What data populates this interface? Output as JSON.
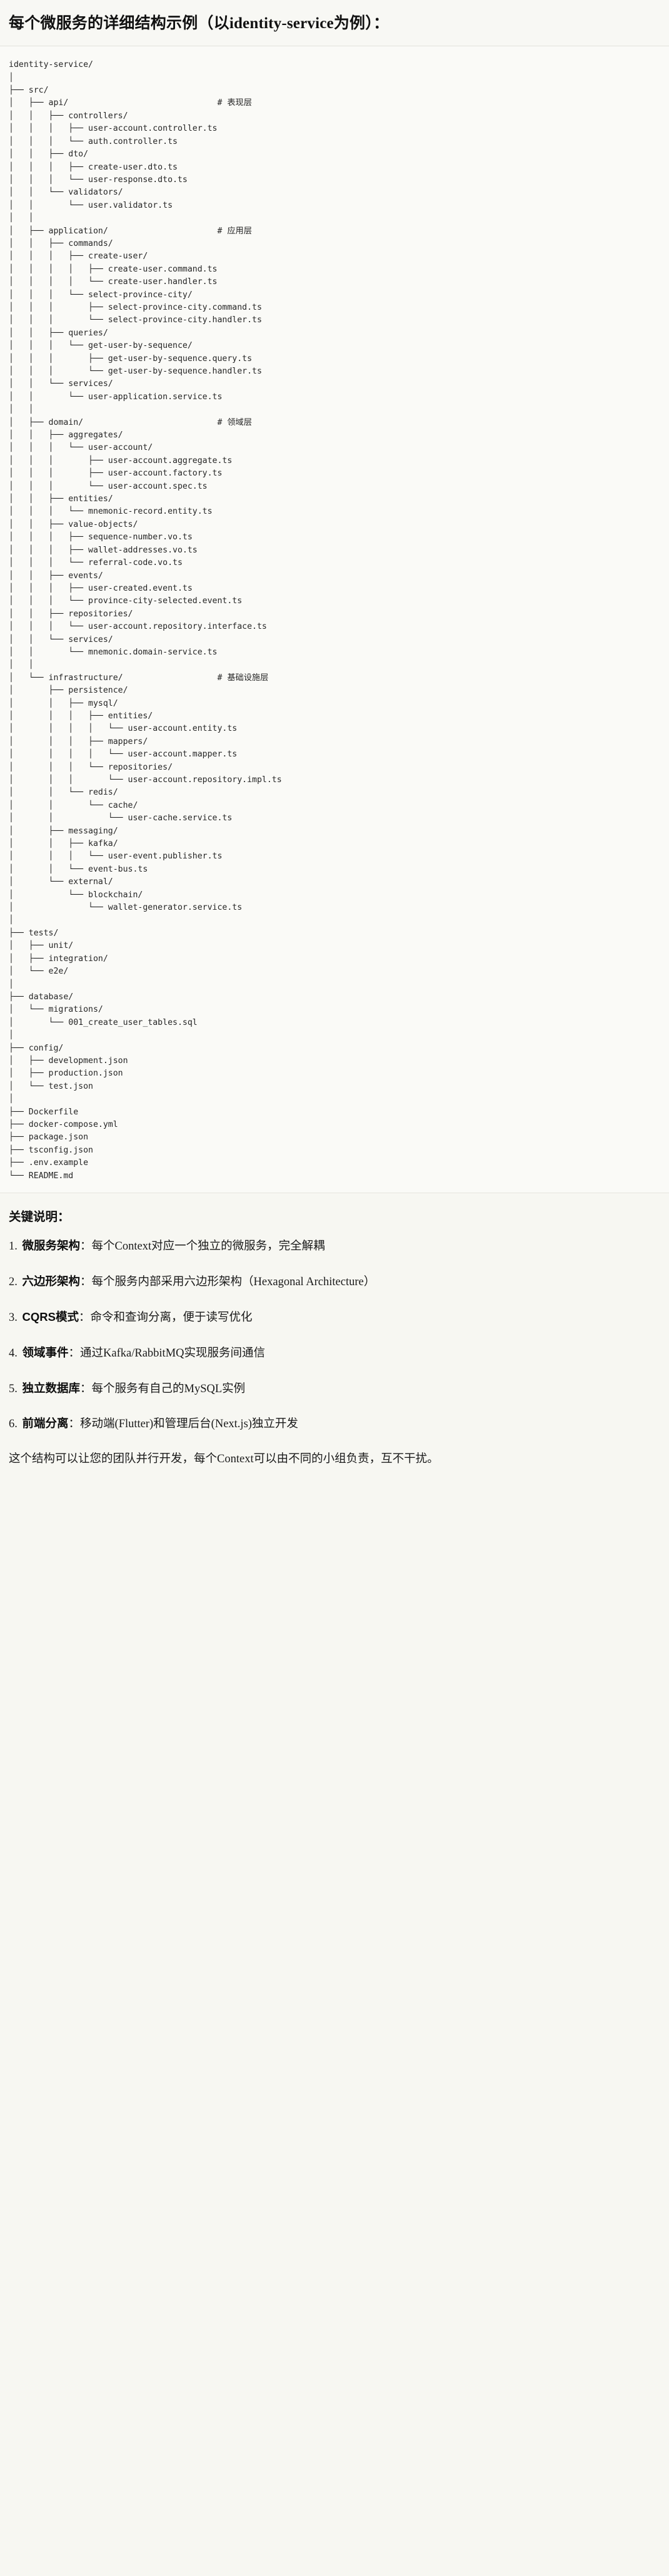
{
  "title": {
    "prefix": "每个微服务的详细结构示例",
    "paren_open": "（以",
    "latin": "identity-service",
    "paren_close": "为例）",
    "colon": "：",
    "full": "每个微服务的详细结构示例（以identity-service为例）："
  },
  "tree": {
    "root": "identity-service/",
    "layer_comments": {
      "api": "# 表现层",
      "application": "# 应用层",
      "domain": "# 领域层",
      "infrastructure": "# 基础设施层"
    },
    "text": "identity-service/\n│\n├── src/\n│   ├── api/                              # 表现层\n│   │   ├── controllers/\n│   │   │   ├── user-account.controller.ts\n│   │   │   └── auth.controller.ts\n│   │   ├── dto/\n│   │   │   ├── create-user.dto.ts\n│   │   │   └── user-response.dto.ts\n│   │   └── validators/\n│   │       └── user.validator.ts\n│   │\n│   ├── application/                      # 应用层\n│   │   ├── commands/\n│   │   │   ├── create-user/\n│   │   │   │   ├── create-user.command.ts\n│   │   │   │   └── create-user.handler.ts\n│   │   │   └── select-province-city/\n│   │   │       ├── select-province-city.command.ts\n│   │   │       └── select-province-city.handler.ts\n│   │   ├── queries/\n│   │   │   └── get-user-by-sequence/\n│   │   │       ├── get-user-by-sequence.query.ts\n│   │   │       └── get-user-by-sequence.handler.ts\n│   │   └── services/\n│   │       └── user-application.service.ts\n│   │\n│   ├── domain/                           # 领域层\n│   │   ├── aggregates/\n│   │   │   └── user-account/\n│   │   │       ├── user-account.aggregate.ts\n│   │   │       ├── user-account.factory.ts\n│   │   │       └── user-account.spec.ts\n│   │   ├── entities/\n│   │   │   └── mnemonic-record.entity.ts\n│   │   ├── value-objects/\n│   │   │   ├── sequence-number.vo.ts\n│   │   │   ├── wallet-addresses.vo.ts\n│   │   │   └── referral-code.vo.ts\n│   │   ├── events/\n│   │   │   ├── user-created.event.ts\n│   │   │   └── province-city-selected.event.ts\n│   │   ├── repositories/\n│   │   │   └── user-account.repository.interface.ts\n│   │   └── services/\n│   │       └── mnemonic.domain-service.ts\n│   │\n│   └── infrastructure/                   # 基础设施层\n│       ├── persistence/\n│       │   ├── mysql/\n│       │   │   ├── entities/\n│       │   │   │   └── user-account.entity.ts\n│       │   │   ├── mappers/\n│       │   │   │   └── user-account.mapper.ts\n│       │   │   └── repositories/\n│       │   │       └── user-account.repository.impl.ts\n│       │   └── redis/\n│       │       └── cache/\n│       │           └── user-cache.service.ts\n│       ├── messaging/\n│       │   ├── kafka/\n│       │   │   └── user-event.publisher.ts\n│       │   └── event-bus.ts\n│       └── external/\n│           └── blockchain/\n│               └── wallet-generator.service.ts\n│\n├── tests/\n│   ├── unit/\n│   ├── integration/\n│   └── e2e/\n│\n├── database/\n│   └── migrations/\n│       └── 001_create_user_tables.sql\n│\n├── config/\n│   ├── development.json\n│   ├── production.json\n│   └── test.json\n│\n├── Dockerfile\n├── docker-compose.yml\n├── package.json\n├── tsconfig.json\n├── .env.example\n└── README.md"
  },
  "notes": {
    "heading": "关键说明：",
    "items": [
      {
        "term": "微服务架构",
        "sep": "：",
        "desc": "每个Context对应一个独立的微服务，完全解耦"
      },
      {
        "term": "六边形架构",
        "sep": "：",
        "desc": "每个服务内部采用六边形架构（Hexagonal Architecture）"
      },
      {
        "term": "CQRS模式",
        "sep": "：",
        "desc": "命令和查询分离，便于读写优化"
      },
      {
        "term": "领域事件",
        "sep": "：",
        "desc": "通过Kafka/RabbitMQ实现服务间通信"
      },
      {
        "term": "独立数据库",
        "sep": "：",
        "desc": "每个服务有自己的MySQL实例"
      },
      {
        "term": "前端分离",
        "sep": "：",
        "desc": "移动端(Flutter)和管理后台(Next.js)独立开发"
      }
    ],
    "closing": "这个结构可以让您的团队并行开发，每个Context可以由不同的小组负责，互不干扰。"
  },
  "colors": {
    "page_background": "#F7F7F2",
    "code_background": "#FAFAF7",
    "text": "#1c1c1c",
    "code_text": "#262626",
    "divider": "#e3e2dc"
  }
}
